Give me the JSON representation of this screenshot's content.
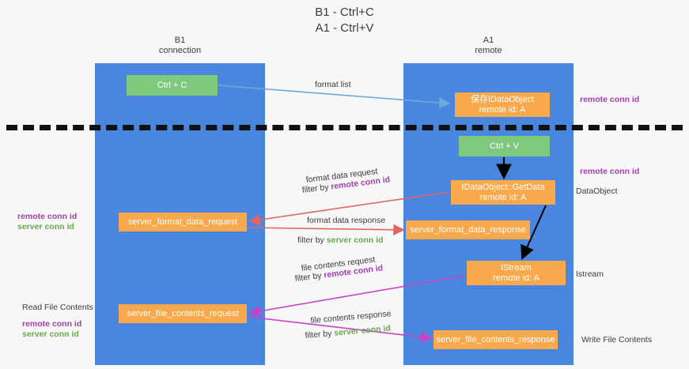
{
  "title": {
    "line1": "B1 - Ctrl+C",
    "line2": "A1 - Ctrl+V"
  },
  "lanes": [
    {
      "id": "b1",
      "name": "B1",
      "role": "connection",
      "color": "#4a86dd"
    },
    {
      "id": "a1",
      "name": "A1",
      "role": "remote",
      "color": "#4a86dd"
    }
  ],
  "colors": {
    "lane": "#4a86dd",
    "green_box": "#7fc97f",
    "orange_box": "#f9a94b",
    "remote_conn_id": "#a23fb0",
    "server_conn_id": "#6aa84f",
    "arrow_blue": "#6fa8dc",
    "arrow_red": "#e06666",
    "arrow_magenta": "#c742c7",
    "arrow_black": "#000000",
    "background": "#f7f7f7"
  },
  "boxes": {
    "ctrl_c": {
      "label": "Ctrl + C",
      "style": "green"
    },
    "ctrl_v": {
      "label": "Ctrl + V",
      "style": "green"
    },
    "save_idataobject": {
      "label": "保存IDataObject",
      "sub": "remote id: A",
      "style": "orange"
    },
    "idataobject_getdata": {
      "label": "IDataObject::GetData",
      "sub": "remote id: A",
      "style": "orange"
    },
    "server_format_data_request": {
      "label": "server_format_data_request",
      "style": "orange"
    },
    "server_format_data_response": {
      "label": "server_format_data_response",
      "style": "orange"
    },
    "istream": {
      "label": "IStream",
      "sub": "remote id: A",
      "style": "orange"
    },
    "server_file_contents_request": {
      "label": "server_file_contents_request",
      "style": "orange"
    },
    "server_file_contents_response": {
      "label": "server_file_contents_response",
      "style": "orange"
    }
  },
  "flow_labels": {
    "format_list": "format list",
    "format_data_request": "format data request",
    "filter_by": "filter by",
    "remote_conn_id": "remote conn id",
    "server_conn_id": "server conn id",
    "format_data_response": "format data response",
    "file_contents_request": "file contents request",
    "file_contents_response": "file contents response"
  },
  "annotations": {
    "right": [
      {
        "id": "r1",
        "text": "remote conn id",
        "color": "purple"
      },
      {
        "id": "r2",
        "text": "remote conn id",
        "color": "purple"
      },
      {
        "id": "r3",
        "text": "DataObject",
        "color": "plain"
      },
      {
        "id": "r4",
        "text": "Istream",
        "color": "plain"
      },
      {
        "id": "r5",
        "text": "Write File Contents",
        "color": "plain"
      }
    ],
    "left": {
      "group1": {
        "remote": "remote conn id",
        "server": "server conn id"
      },
      "group2": {
        "heading": "Read File Contents",
        "remote": "remote conn id",
        "server": "server conn id"
      }
    }
  }
}
